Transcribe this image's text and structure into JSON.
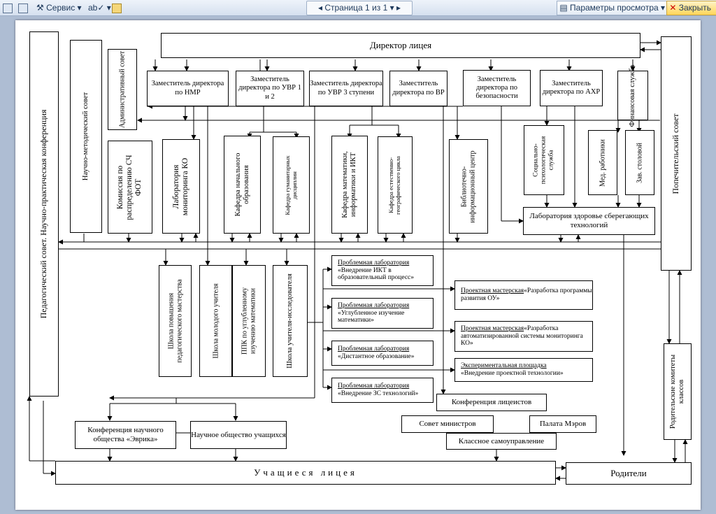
{
  "toolbar": {
    "service": "Сервис",
    "page_indicator": "Страница 1 из 1",
    "view_params": "Параметры просмотра",
    "close": "Закрыть"
  },
  "org": {
    "director": "Директор лицея",
    "ped_council": "Педагогический совет. Научно-практическая конференция",
    "trustee_council": "Попечительский совет",
    "sci_method_council": "Научно-методический совет",
    "admin_council": "Административный совет",
    "dep_nmr": "Заместитель директора по НМР",
    "dep_uvr12": "Заместитель директора по УВР 1 и 2",
    "dep_uvr3": "Заместитель директора по УВР 3 ступени",
    "dep_vr": "Заместитель директора по ВР",
    "dep_safety": "Заместитель директора по безопасности",
    "dep_ahr": "Заместитель директора по АХР",
    "finance": "Финансовая служба",
    "commission_fot": "Комиссия по распределению СЧ ФОТ",
    "lab_monitoring": "Лаборатория мониторинга КО",
    "dept_primary": "Кафедра начального образования",
    "dept_humanities": "Кафедра гуманитарных дисциплин",
    "dept_math": "Кафедра математики, информатики и ИКТ",
    "dept_science": "Кафедра естественно-географического цикла",
    "library": "Библиотечно-информационный центр",
    "social_service": "Социально-психологическая служба",
    "med": "Мед. работники",
    "canteen": "Зав. столовой",
    "health_lab": "Лаборатория здоровье сберегающих технологий",
    "school_mastery": "Школа повышения педагогического мастерства",
    "school_young": "Школа молодого учителя",
    "ppk_math": "ППК по углубленному изучению математики",
    "school_researcher": "Школа учителя-исследователя",
    "prob_lab_label": "Проблемная лаборатория",
    "prob_lab1": "«Внедрение ИКТ в образовательный процесс»",
    "prob_lab2": "«Углубленное изучение математики»",
    "prob_lab3": "«Дистантное образование»",
    "prob_lab4": "«Внедрение ЗС технологий»",
    "project_label": "Проектная мастерская",
    "project1": "«Разработка программы развития ОУ»",
    "project2": "«Разработка автоматизированной системы мониторинга КО»",
    "experimental_label": "Экспериментальная площадка",
    "experimental": "«Внедрение проектной технологии»",
    "conf_students": "Конференция лицеистов",
    "council_ministers": "Совет министров",
    "chamber_mayors": "Палата Мэров",
    "class_self_gov": "Классное самоуправление",
    "conf_evrika": "Конференция научного общества «Эврика»",
    "sci_society": "Научное общество учащихся",
    "students": "Учащиеся лицея",
    "parents": "Родители",
    "parent_committees": "Родительские комитеты классов"
  }
}
